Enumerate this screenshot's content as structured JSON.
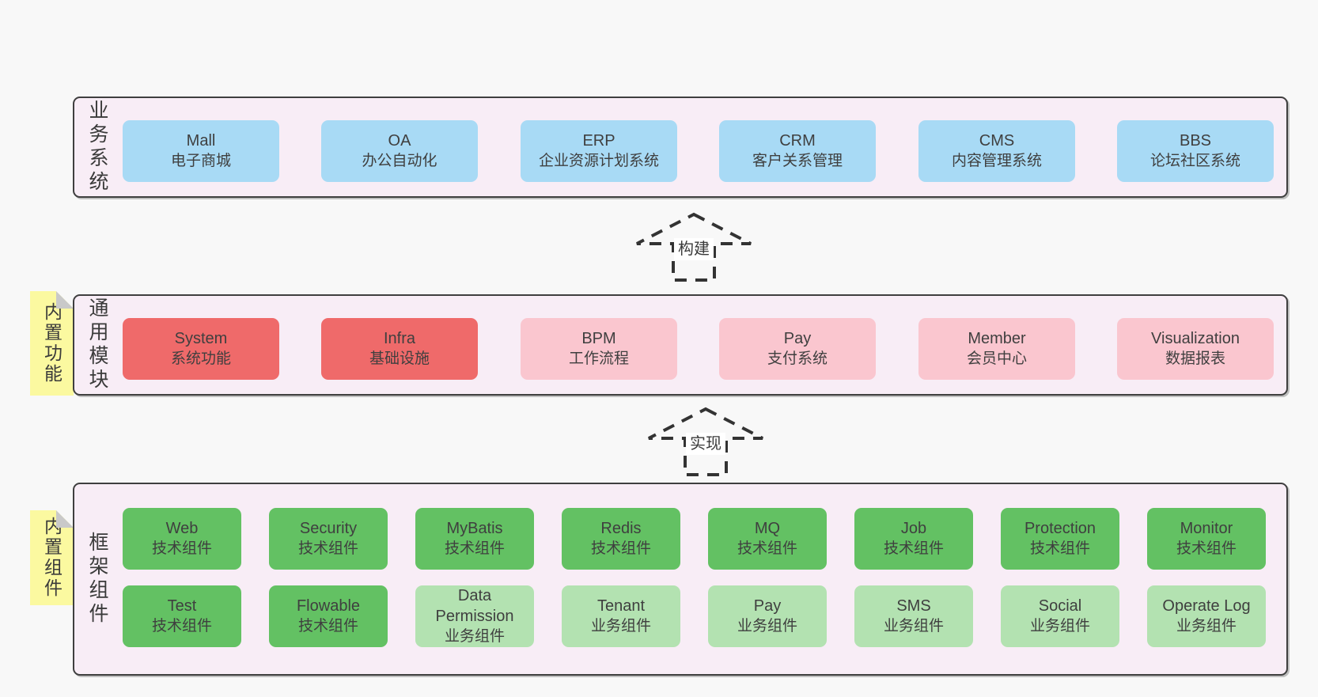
{
  "colors": {
    "page_background": "#f8f8f8",
    "band_background": "#f8edf6",
    "band_border": "#3f3f3f",
    "blue_box": "#a8daf5",
    "red_box": "#ef6a6a",
    "pink_box": "#fac6cf",
    "green_box": "#63c163",
    "light_green_box": "#b3e2b1",
    "sticky_note": "#fbf9a0",
    "sticky_fold": "#c9c9c9",
    "text": "#3f3f3f"
  },
  "bands": [
    {
      "vertical_label": "业务系统",
      "boxes": [
        {
          "title": "Mall",
          "subtitle": "电子商城"
        },
        {
          "title": "OA",
          "subtitle": "办公自动化"
        },
        {
          "title": "ERP",
          "subtitle": "企业资源计划系统"
        },
        {
          "title": "CRM",
          "subtitle": "客户关系管理"
        },
        {
          "title": "CMS",
          "subtitle": "内容管理系统"
        },
        {
          "title": "BBS",
          "subtitle": "论坛社区系统"
        }
      ]
    },
    {
      "vertical_label": "通用模块",
      "sticky_label": "内置功能",
      "boxes": [
        {
          "title": "System",
          "subtitle": "系统功能"
        },
        {
          "title": "Infra",
          "subtitle": "基础设施"
        },
        {
          "title": "BPM",
          "subtitle": "工作流程"
        },
        {
          "title": "Pay",
          "subtitle": "支付系统"
        },
        {
          "title": "Member",
          "subtitle": "会员中心"
        },
        {
          "title": "Visualization",
          "subtitle": "数据报表"
        }
      ]
    },
    {
      "vertical_label": "框架组件",
      "sticky_label": "内置组件",
      "rows": [
        [
          {
            "title": "Web",
            "subtitle": "技术组件"
          },
          {
            "title": "Security",
            "subtitle": "技术组件"
          },
          {
            "title": "MyBatis",
            "subtitle": "技术组件"
          },
          {
            "title": "Redis",
            "subtitle": "技术组件"
          },
          {
            "title": "MQ",
            "subtitle": "技术组件"
          },
          {
            "title": "Job",
            "subtitle": "技术组件"
          },
          {
            "title": "Protection",
            "subtitle": "技术组件"
          },
          {
            "title": "Monitor",
            "subtitle": "技术组件"
          }
        ],
        [
          {
            "title": "Test",
            "subtitle": "技术组件"
          },
          {
            "title": "Flowable",
            "subtitle": "技术组件"
          },
          {
            "title": "Data Permission",
            "subtitle": "业务组件"
          },
          {
            "title": "Tenant",
            "subtitle": "业务组件"
          },
          {
            "title": "Pay",
            "subtitle": "业务组件"
          },
          {
            "title": "SMS",
            "subtitle": "业务组件"
          },
          {
            "title": "Social",
            "subtitle": "业务组件"
          },
          {
            "title": "Operate Log",
            "subtitle": "业务组件"
          }
        ]
      ]
    }
  ],
  "arrows": [
    {
      "label": "构建"
    },
    {
      "label": "实现"
    }
  ]
}
